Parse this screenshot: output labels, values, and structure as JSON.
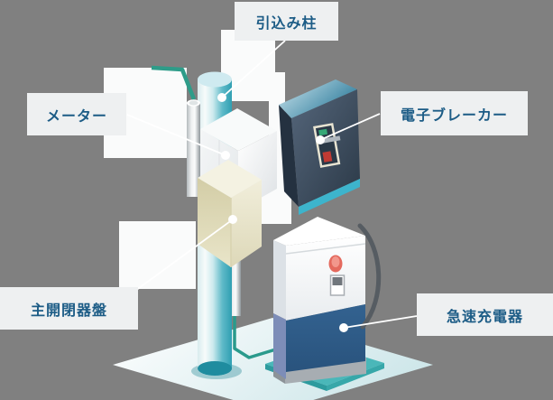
{
  "diagram": {
    "type": "isometric-equipment-infographic",
    "labels": {
      "pole": "引込み柱",
      "meter": "メーター",
      "breaker": "電子ブレーカー",
      "main_switch": "主開閉器盤",
      "charger": "急速充電器"
    },
    "colors": {
      "background_gray": "#808080",
      "label_background": "#eef0f1",
      "label_text": "#1c5c86",
      "pole_teal": "#3aacbe",
      "cable_green": "#2e9c89",
      "ground_cable_teal": "#2a9a8c",
      "charger_blue": "#2e5c88",
      "breaker_slate": "#35414d",
      "breaker_accent_teal": "#3db4cc",
      "panel_beige": "#ded9b6",
      "charger_base_teal": "#4ab7b9",
      "indicator_red": "#e4695d",
      "indicator_green": "#35a876",
      "leader_line": "#ffffff"
    }
  }
}
